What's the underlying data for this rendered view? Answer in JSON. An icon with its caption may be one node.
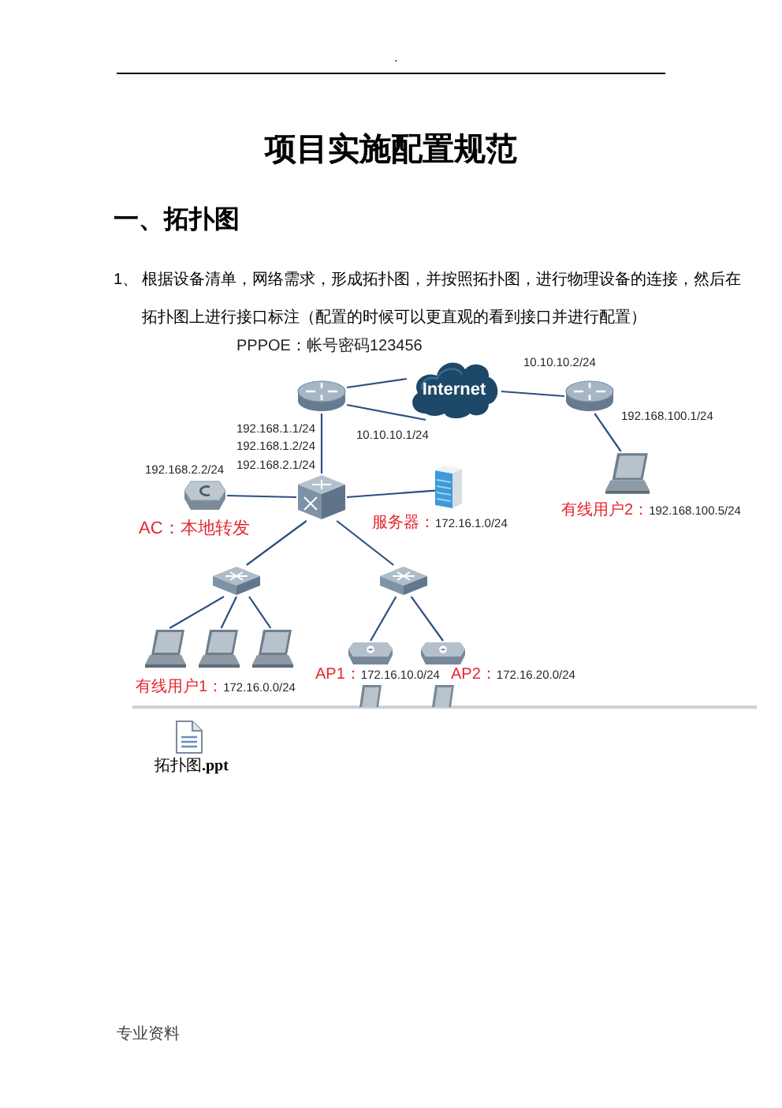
{
  "diagram": {
    "title": "项目实施配置规范",
    "nodes": [
      {
        "text": [],
        "shape": "picture",
        "beside": [
          "192.168.1.1/24"
        ]
      },
      {
        "text": [
          "Internet"
        ]
      },
      {
        "text": [],
        "shape": "picture",
        "beside": [
          "10.10.10.2/24",
          "192.168.100.1/24"
        ]
      },
      {
        "text": [],
        "shape": "picture",
        "beside": [
          "192.168.1.2/24",
          "192.168.2.1/24"
        ]
      },
      {
        "text": [],
        "shape": "picture",
        "beside": [
          "192.168.2.2/24",
          "AC：本地转发"
        ]
      },
      {
        "text": [],
        "shape": "picture",
        "beside": [
          "服务器：",
          "172.16.1.0/24"
        ]
      },
      {
        "text": [],
        "shape": "picture",
        "beside": [
          "有线用户2：",
          "192.168.100.5/24"
        ]
      },
      {
        "text": [],
        "shape": "picture"
      },
      {
        "text": [],
        "shape": "picture"
      },
      {
        "text": [],
        "shape": "picture",
        "beside": [
          "有线用户1：",
          "172.16.0.0/24"
        ]
      },
      {
        "text": [],
        "shape": "picture"
      },
      {
        "text": [],
        "shape": "picture"
      },
      {
        "text": [],
        "shape": "picture",
        "beside": [
          "AP1：",
          "172.16.10.0/24"
        ]
      },
      {
        "text": [],
        "shape": "picture",
        "beside": [
          "AP2：",
          "172.16.20.0/24"
        ]
      },
      {
        "text": [],
        "shape": "picture"
      },
      {
        "text": [],
        "shape": "picture"
      }
    ],
    "edges": [
      {
        "from": 0,
        "to": 1,
        "arrow": "none"
      },
      {
        "from": 0,
        "to": 1,
        "arrow": "none"
      },
      {
        "from": 1,
        "to": 2,
        "arrow": "none"
      },
      {
        "from": 0,
        "to": 3,
        "arrow": "none"
      },
      {
        "from": 3,
        "to": 4,
        "arrow": "none"
      },
      {
        "from": 3,
        "to": 5,
        "arrow": "none"
      },
      {
        "from": 2,
        "to": 6,
        "arrow": "none"
      },
      {
        "from": 3,
        "to": 7,
        "arrow": "none"
      },
      {
        "from": 3,
        "to": 8,
        "arrow": "none"
      },
      {
        "from": 7,
        "to": 9,
        "arrow": "none"
      },
      {
        "from": 7,
        "to": 10,
        "arrow": "none"
      },
      {
        "from": 7,
        "to": 11,
        "arrow": "none"
      },
      {
        "from": 8,
        "to": 12,
        "arrow": "none"
      },
      {
        "from": 8,
        "to": 13,
        "arrow": "none"
      }
    ],
    "labels": [
      ".",
      "一、拓扑图",
      "1、",
      "根据设备清单，网络需求，形成拓扑图，并按照拓扑图，进行物理设备的连接，然后在拓扑图上进行接口标注（配置的时候可以更直观的看到接口并进行配置）",
      "PPPOE：帐号密码123456",
      "10.10.10.1/24",
      "拓扑图**.ppt**",
      "专业资料"
    ]
  }
}
